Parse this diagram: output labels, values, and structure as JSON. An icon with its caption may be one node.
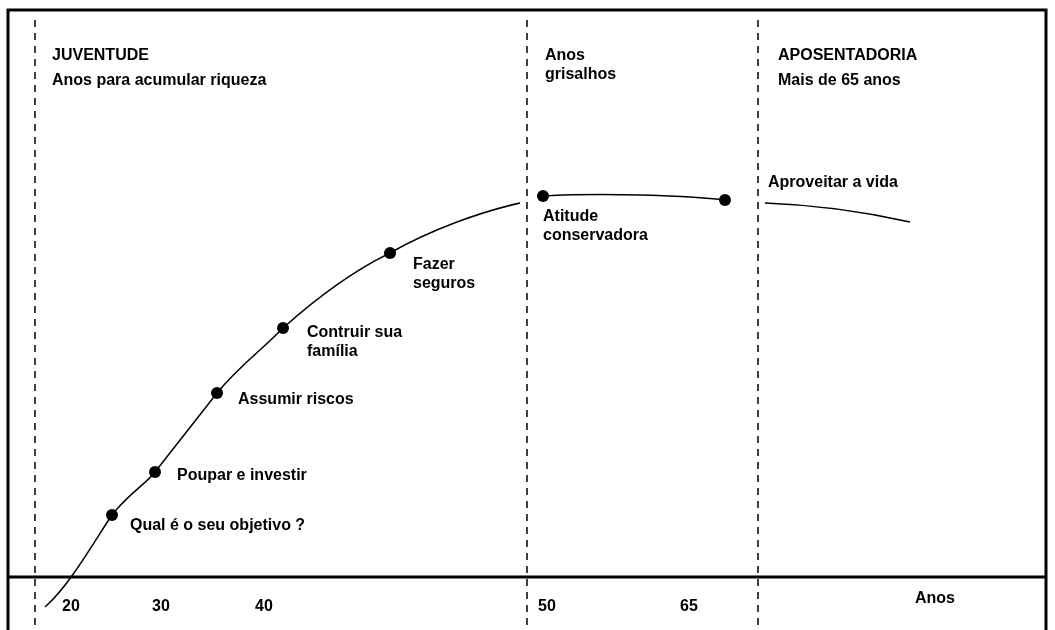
{
  "diagram": {
    "labels": [
      "JUVENTUDE",
      "Anos para acumular riqueza",
      "Anos grisalhos",
      "APOSENTADORIA",
      "Mais de 65 anos",
      "Aproveitar a vida",
      "Atitude conservadora",
      "Fazer seguros",
      "Contruir sua família",
      "Assumir riscos",
      "Poupar e investir",
      "Qual é o seu objetivo ?",
      "20",
      "30",
      "40",
      "50",
      "65",
      "Anos"
    ]
  }
}
